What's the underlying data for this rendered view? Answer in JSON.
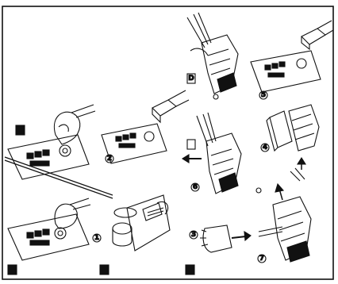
{
  "figure": {
    "style": "black-and-white service manual line drawing",
    "ink_color": "#111111",
    "paper_color": "#ffffff",
    "steps": [
      {
        "id": "step-1",
        "label": "1"
      },
      {
        "id": "step-2",
        "label": "2"
      },
      {
        "id": "step-3",
        "label": "3"
      },
      {
        "id": "step-4",
        "label": "4"
      },
      {
        "id": "step-5",
        "label": "5"
      },
      {
        "id": "step-6",
        "label": "6"
      },
      {
        "id": "step-7",
        "label": "7"
      }
    ],
    "callout_letter": "D"
  }
}
